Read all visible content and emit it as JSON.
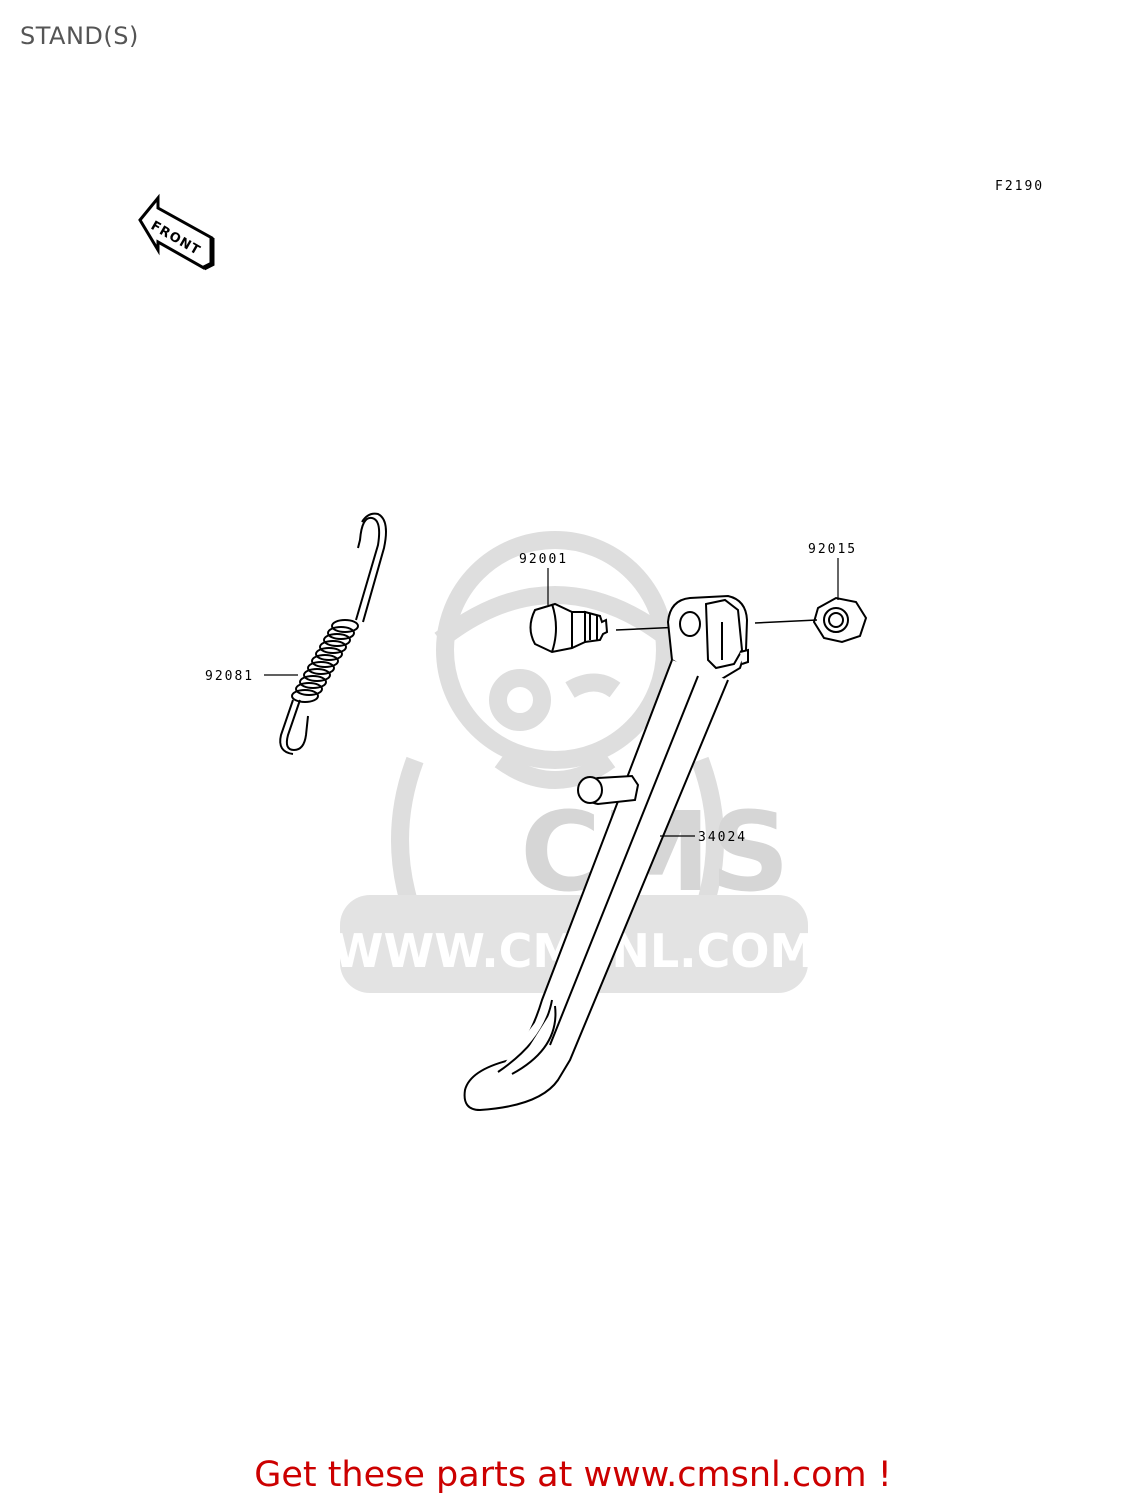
{
  "page": {
    "title": "STAND(S)",
    "figure_code": "F2190",
    "front_label": "FRONT"
  },
  "watermark": {
    "logo_text": "CMS",
    "url_text": "WWW.CMSNL.COM",
    "color": "#d9d9d9"
  },
  "parts": [
    {
      "number": "92081",
      "item": "spring"
    },
    {
      "number": "92001",
      "item": "bolt"
    },
    {
      "number": "92015",
      "item": "nut"
    },
    {
      "number": "34024",
      "item": "side-stand"
    }
  ],
  "footer": {
    "link_text": "Get these parts at www.cmsnl.com !",
    "color": "#cc0000"
  }
}
